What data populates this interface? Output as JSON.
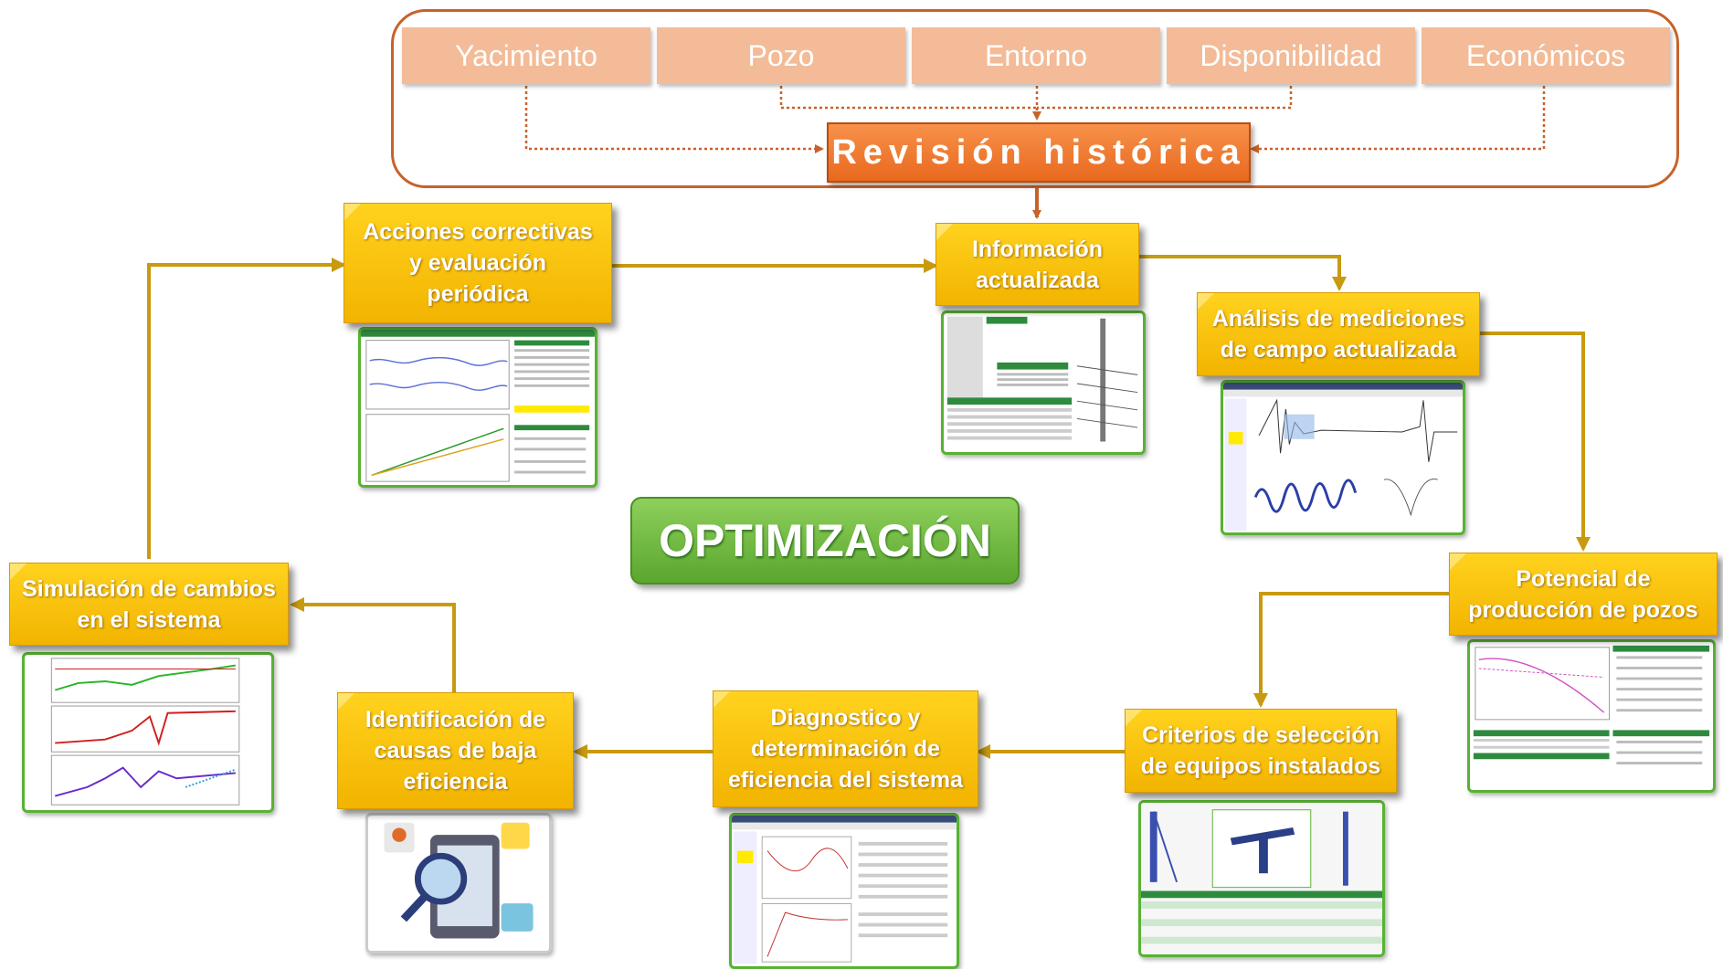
{
  "categories": [
    "Yacimiento",
    "Pozo",
    "Entorno",
    "Disponibilidad",
    "Económicos"
  ],
  "revision": "Revisión histórica",
  "center": "OPTIMIZACIÓN",
  "steps": {
    "acciones": "Acciones correctivas\ny evaluación\nperiódica",
    "informacion": "Información\nactualizada",
    "analisis": "Análisis de mediciones\nde campo actualizada",
    "potencial": "Potencial de\nproducción de pozos",
    "criterios": "Criterios de selección\nde equipos instalados",
    "diagnostico": "Diagnostico y\ndeterminación de\neficiencia del sistema",
    "identificacion": "Identificación de\ncausas de baja\neficiencia",
    "simulacion": "Simulación de cambios\nen el sistema"
  },
  "colors": {
    "frame": "#c8622a",
    "dotted_arrow": "#c8622a",
    "step_fill": "#f5b800",
    "flow_arrow": "#c89a10",
    "center_fill": "#6fb83f",
    "thumb_border": "#58b233"
  }
}
